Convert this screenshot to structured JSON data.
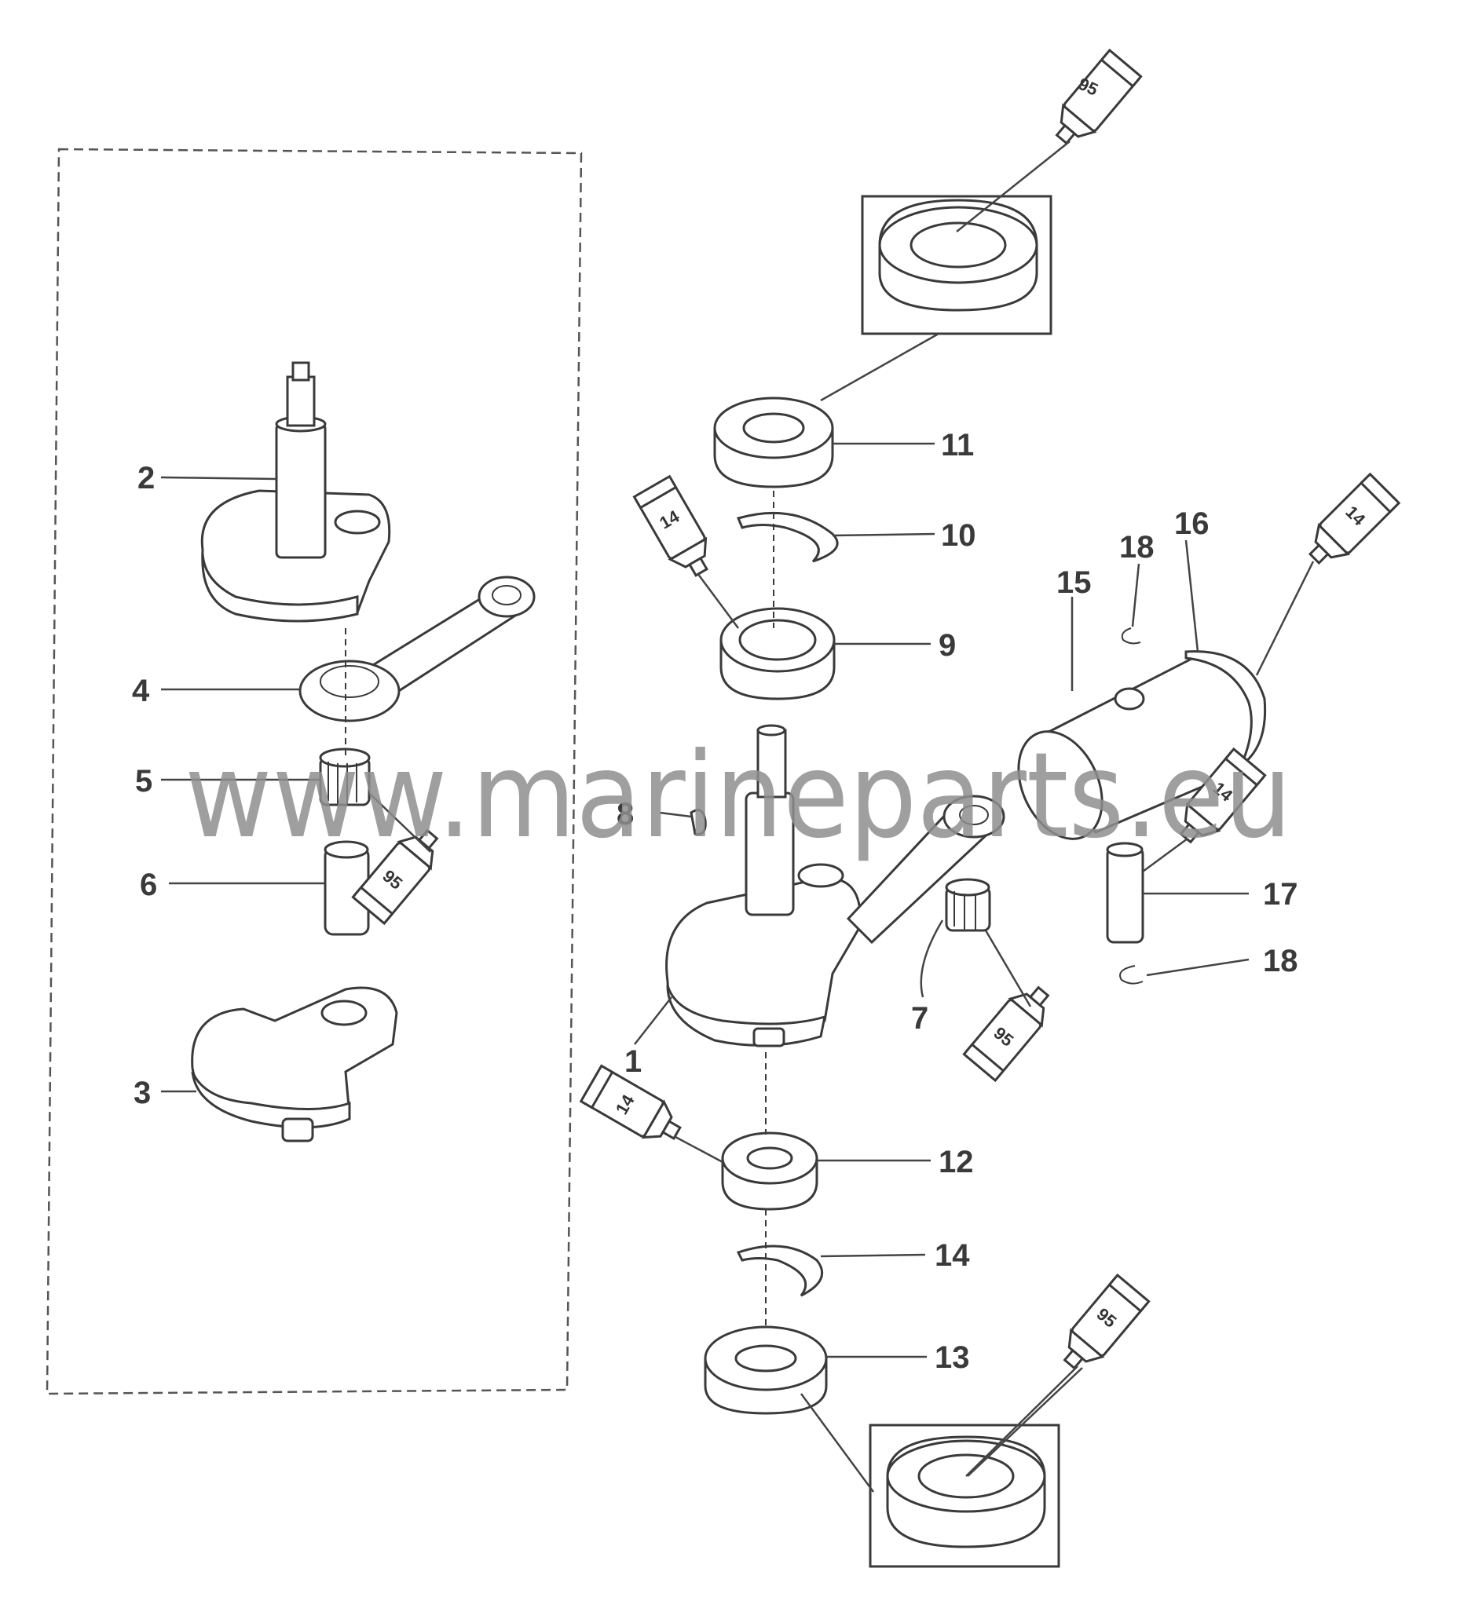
{
  "watermark": "www.marineparts.eu",
  "callouts": {
    "c1": "1",
    "c2": "2",
    "c3": "3",
    "c4": "4",
    "c5": "5",
    "c6": "6",
    "c7": "7",
    "c8": "8",
    "c9": "9",
    "c10": "10",
    "c11": "11",
    "c12": "12",
    "c13": "13",
    "c14": "14",
    "c15": "15",
    "c16": "16",
    "c17": "17",
    "c18a": "18",
    "c18b": "18"
  },
  "lubricant_tubes": {
    "t_top": "95",
    "t_bearing9": "14",
    "t_piston": "14",
    "t_needle5": "95",
    "t_pin17": "14",
    "t_needle7": "95",
    "t_bearing12": "14",
    "t_bottom": "95"
  }
}
